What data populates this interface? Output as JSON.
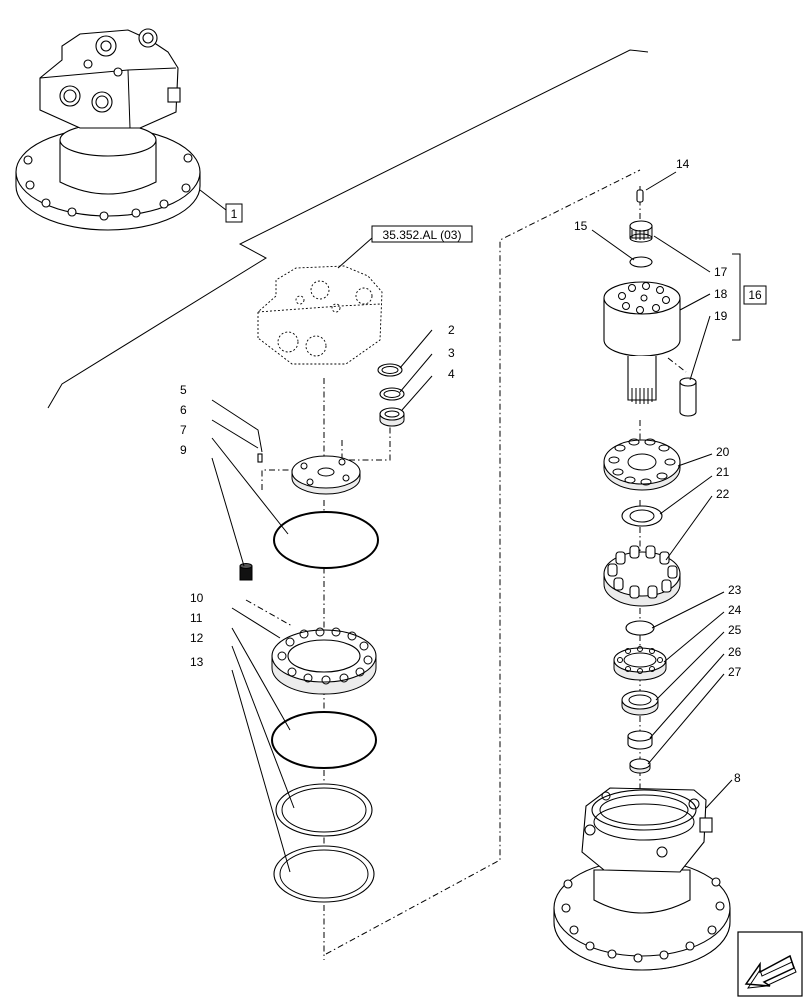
{
  "callouts": [
    {
      "id": "c1",
      "text": "1",
      "boxed": true
    },
    {
      "id": "c2",
      "text": "2"
    },
    {
      "id": "c3",
      "text": "3"
    },
    {
      "id": "c4",
      "text": "4"
    },
    {
      "id": "c5",
      "text": "5"
    },
    {
      "id": "c6",
      "text": "6"
    },
    {
      "id": "c7",
      "text": "7"
    },
    {
      "id": "c8",
      "text": "8"
    },
    {
      "id": "c9",
      "text": "9"
    },
    {
      "id": "c10",
      "text": "10"
    },
    {
      "id": "c11",
      "text": "11"
    },
    {
      "id": "c12",
      "text": "12"
    },
    {
      "id": "c13",
      "text": "13"
    },
    {
      "id": "c14",
      "text": "14"
    },
    {
      "id": "c15",
      "text": "15"
    },
    {
      "id": "c16",
      "text": "16",
      "boxed": true
    },
    {
      "id": "c17",
      "text": "17"
    },
    {
      "id": "c18",
      "text": "18"
    },
    {
      "id": "c19",
      "text": "19"
    },
    {
      "id": "c20",
      "text": "20"
    },
    {
      "id": "c21",
      "text": "21"
    },
    {
      "id": "c22",
      "text": "22"
    },
    {
      "id": "c23",
      "text": "23"
    },
    {
      "id": "c24",
      "text": "24"
    },
    {
      "id": "c25",
      "text": "25"
    },
    {
      "id": "c26",
      "text": "26"
    },
    {
      "id": "c27",
      "text": "27"
    }
  ],
  "reference_label": "35.352.AL (03)",
  "nav_icon": "arrow-left-icon"
}
